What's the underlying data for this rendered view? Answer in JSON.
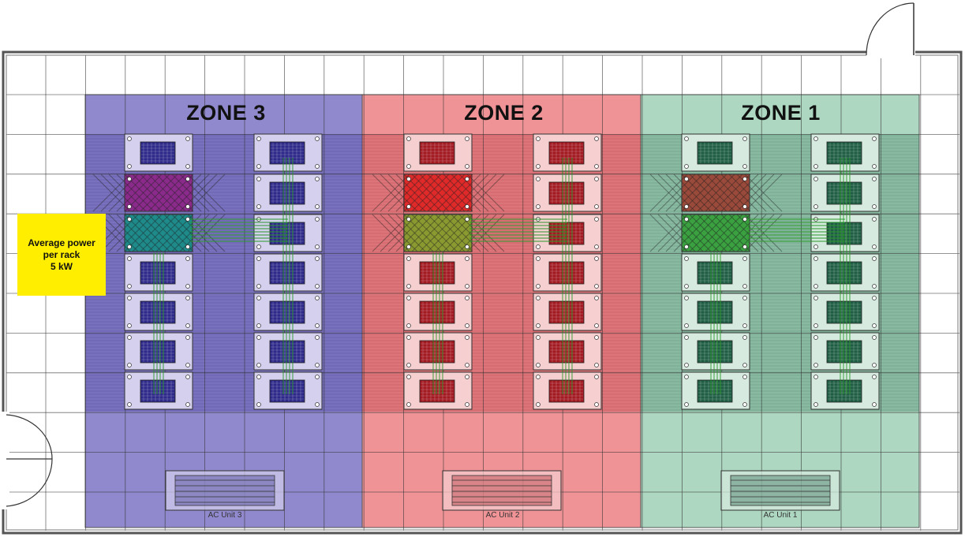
{
  "zones": [
    {
      "title": "ZONE 3",
      "ac_label": "AC Unit 3",
      "color": "#7d74c4",
      "rack_color": "#2e2a8a",
      "rack_fill": "#d4d0ee"
    },
    {
      "title": "ZONE 2",
      "ac_label": "AC Unit 2",
      "color": "#ec8084",
      "rack_color": "#a31a22",
      "rack_fill": "#f6cfd0"
    },
    {
      "title": "ZONE 1",
      "ac_label": "AC Unit 1",
      "color": "#9fd0b5",
      "rack_color": "#1f5e45",
      "rack_fill": "#d6eadf"
    }
  ],
  "power_note": {
    "line1": "Average power",
    "line2": "per rack",
    "line3": "5 kW"
  },
  "colors": {
    "highlight_rack_zone3": [
      "#8a2a8a",
      "#1e8a8a"
    ],
    "highlight_rack_zone2": [
      "#e02a2a",
      "#8a9a30"
    ],
    "highlight_rack_zone1": [
      "#9a4a3a",
      "#3aa040"
    ],
    "yellow_note": "#ffee00",
    "grid_line": "#333333"
  }
}
